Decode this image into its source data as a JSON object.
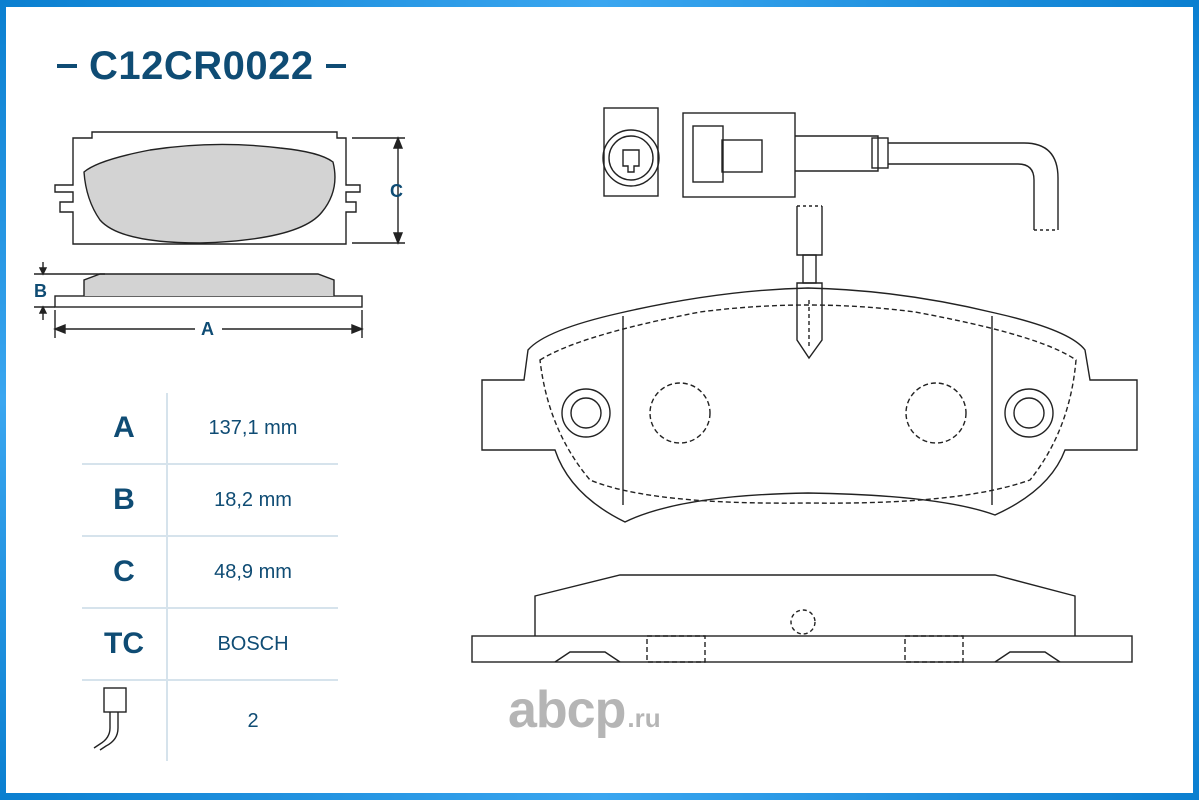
{
  "title": "C12CR0022",
  "dimension_labels": {
    "a": "A",
    "b": "B",
    "c": "C"
  },
  "specs": [
    {
      "key": "A",
      "value": "137,1 mm"
    },
    {
      "key": "B",
      "value": "18,2 mm"
    },
    {
      "key": "C",
      "value": "48,9 mm"
    },
    {
      "key": "TC",
      "value": "BOSCH"
    },
    {
      "key_icon": "wear-sensor-icon",
      "value": "2"
    }
  ],
  "logo": {
    "main": "abcp",
    "tld": ".ru"
  },
  "colors": {
    "accent": "#0f4c74",
    "frame": "#1a8ee0",
    "pad": "#d3d3d3",
    "line": "#222222"
  }
}
